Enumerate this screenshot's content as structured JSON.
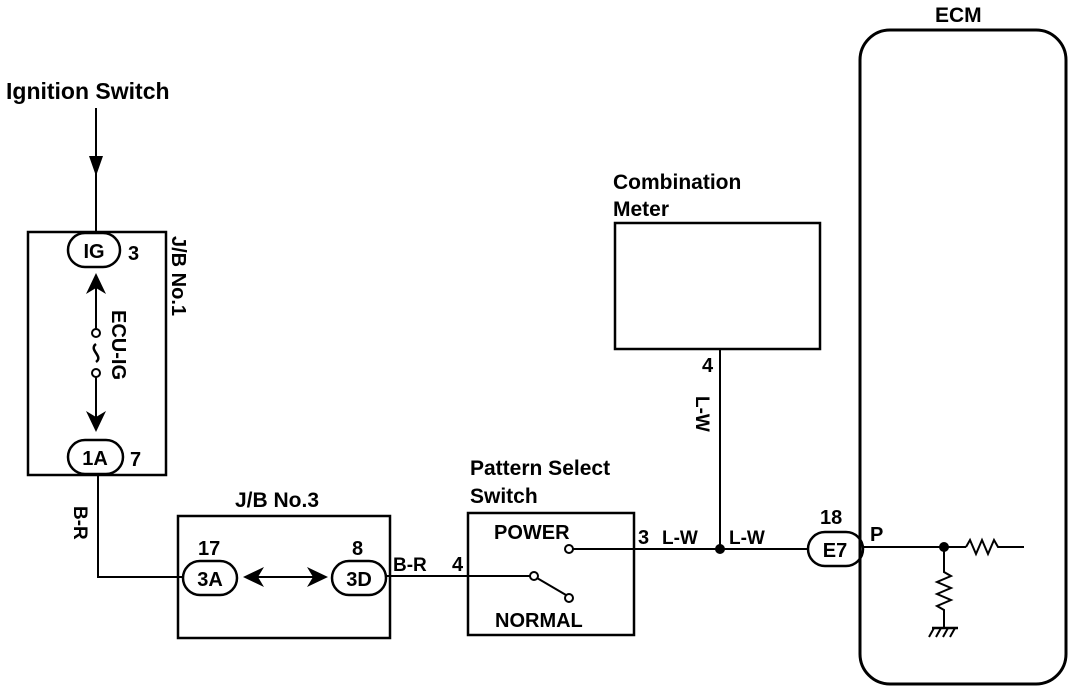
{
  "title": "ECM",
  "ignition_switch": "Ignition Switch",
  "jb1": {
    "name": "J/B No.1",
    "ig_connector": "IG",
    "ig_pin": "3",
    "fuse": "ECU-IG",
    "out_connector": "1A",
    "out_pin": "7"
  },
  "wire_br_vertical": "B-R",
  "jb3": {
    "name": "J/B No.3",
    "left_pin": "17",
    "left_connector": "3A",
    "right_pin": "8",
    "right_connector": "3D"
  },
  "wire_br_horizontal": "B-R",
  "pattern_select": {
    "title_line1": "Pattern Select",
    "title_line2": "Switch",
    "power_label": "POWER",
    "normal_label": "NORMAL",
    "in_pin": "4",
    "out_pin": "3"
  },
  "combination_meter": {
    "title_line1": "Combination",
    "title_line2": "Meter",
    "pin": "4"
  },
  "wire_lw_vertical": "L-W",
  "wire_lw_left": "L-W",
  "wire_lw_right": "L-W",
  "ecm": {
    "pin": "18",
    "connector": "E7",
    "terminal": "P"
  }
}
